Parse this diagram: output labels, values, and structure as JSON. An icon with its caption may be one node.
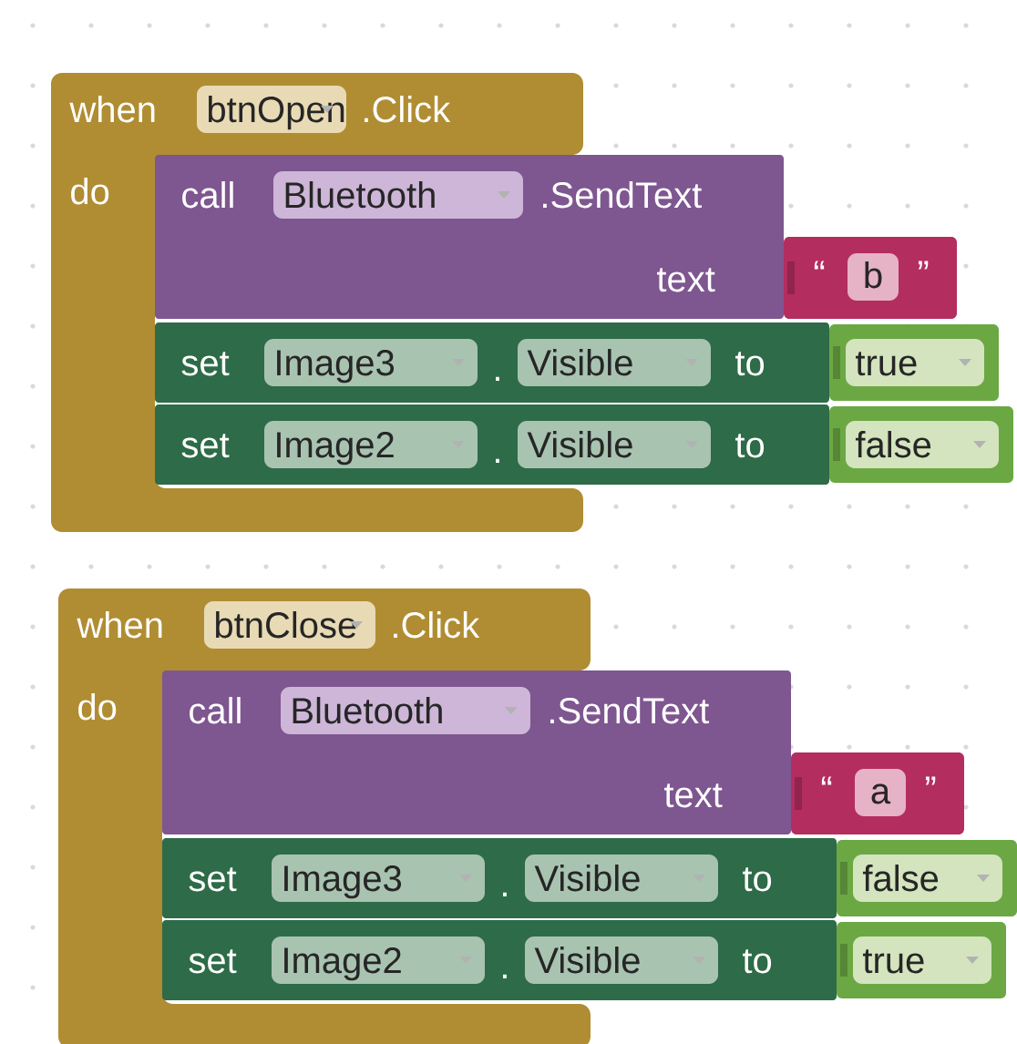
{
  "diagram": {
    "nodes": [
      {
        "text": [
          "when",
          "btnOpen",
          ".Click",
          "do"
        ]
      },
      {
        "text": [
          "call",
          "Bluetooth",
          ".SendText",
          "text"
        ]
      },
      {
        "text": [
          "“",
          "b",
          "”"
        ]
      },
      {
        "text": [
          "set",
          "Image3",
          ".",
          "Visible",
          "to"
        ]
      },
      {
        "text": [
          "true"
        ]
      },
      {
        "text": [
          "set",
          "Image2",
          ".",
          "Visible",
          "to"
        ]
      },
      {
        "text": [
          "false"
        ]
      },
      {
        "text": [
          "when",
          "btnClose",
          ".Click",
          "do"
        ]
      },
      {
        "text": [
          "call",
          "Bluetooth",
          ".SendText",
          "text"
        ]
      },
      {
        "text": [
          "“",
          "a",
          "”"
        ]
      },
      {
        "text": [
          "set",
          "Image3",
          ".",
          "Visible",
          "to"
        ]
      },
      {
        "text": [
          "false"
        ]
      },
      {
        "text": [
          "set",
          "Image2",
          ".",
          "Visible",
          "to"
        ]
      },
      {
        "text": [
          "true"
        ]
      }
    ]
  }
}
